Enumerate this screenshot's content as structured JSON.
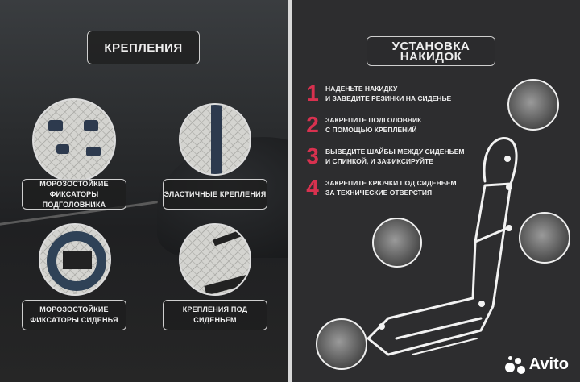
{
  "left": {
    "title": "КРЕПЛЕНИЯ",
    "items": [
      {
        "line1": "МОРОЗОСТОЙКИЕ",
        "line2": "ФИКСАТОРЫ ПОДГОЛОВНИКА"
      },
      {
        "line1": "ЭЛАСТИЧНЫЕ КРЕПЛЕНИЯ",
        "line2": ""
      },
      {
        "line1": "МОРОЗОСТОЙКИЕ",
        "line2": "ФИКСАТОРЫ СИДЕНЬЯ"
      },
      {
        "line1": "КРЕПЛЕНИЯ ПОД СИДЕНЬЕМ",
        "line2": ""
      }
    ]
  },
  "right": {
    "title": "УСТАНОВКА НАКИДОК",
    "steps": [
      {
        "num": "1",
        "line1": "НАДЕНЬТЕ НАКИДКУ",
        "line2": "И ЗАВЕДИТЕ РЕЗИНКИ НА СИДЕНЬЕ"
      },
      {
        "num": "2",
        "line1": "ЗАКРЕПИТЕ ПОДГОЛОВНИК",
        "line2": "С ПОМОЩЬЮ КРЕПЛЕНИЙ"
      },
      {
        "num": "3",
        "line1": "ВЫВЕДИТЕ ШАЙБЫ МЕЖДУ СИДЕНЬЕМ",
        "line2": "И СПИНКОЙ, И ЗАФИКСИРУЙТЕ"
      },
      {
        "num": "4",
        "line1": "ЗАКРЕПИТЕ КРЮЧКИ ПОД СИДЕНЬЕМ",
        "line2": "ЗА ТЕХНИЧЕСКИЕ ОТВЕРСТИЯ"
      }
    ],
    "accent": "#d8314f"
  },
  "watermark": "Avito"
}
